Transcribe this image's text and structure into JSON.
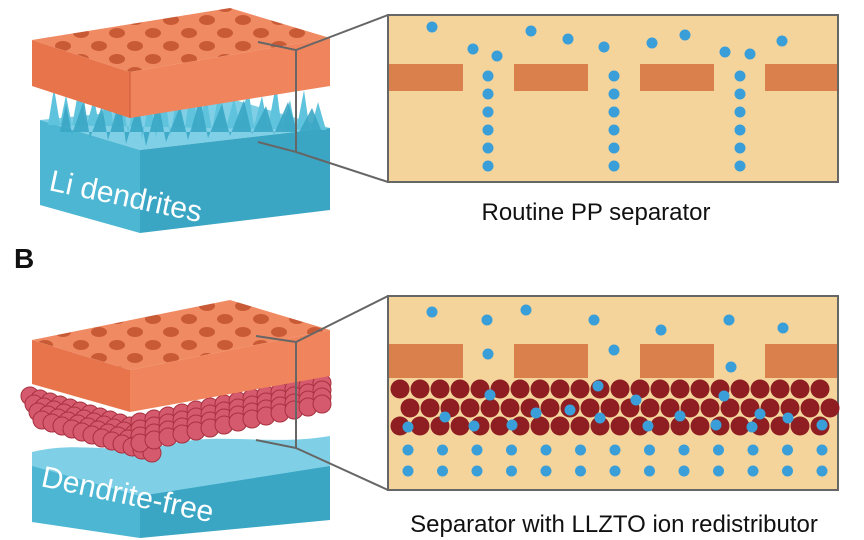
{
  "panel_b_label": "B",
  "top": {
    "block_label": "Li dendrites",
    "caption": "Routine PP separator"
  },
  "bottom": {
    "block_label": "Dendrite-free",
    "caption": "Separator with LLZTO ion redistributor"
  },
  "colors": {
    "electrode": "#ee7a54",
    "electrode_dark": "#c85a36",
    "lithium": "#4cb6d3",
    "lithium_dark": "#2f93b0",
    "separator_bg": "#f4d49b",
    "pp_bar": "#d9804c",
    "llzto": "#8e1e22",
    "llzto_3d": "#d65a6e",
    "li_ion": "#3a9fd8",
    "frame": "#666666"
  }
}
